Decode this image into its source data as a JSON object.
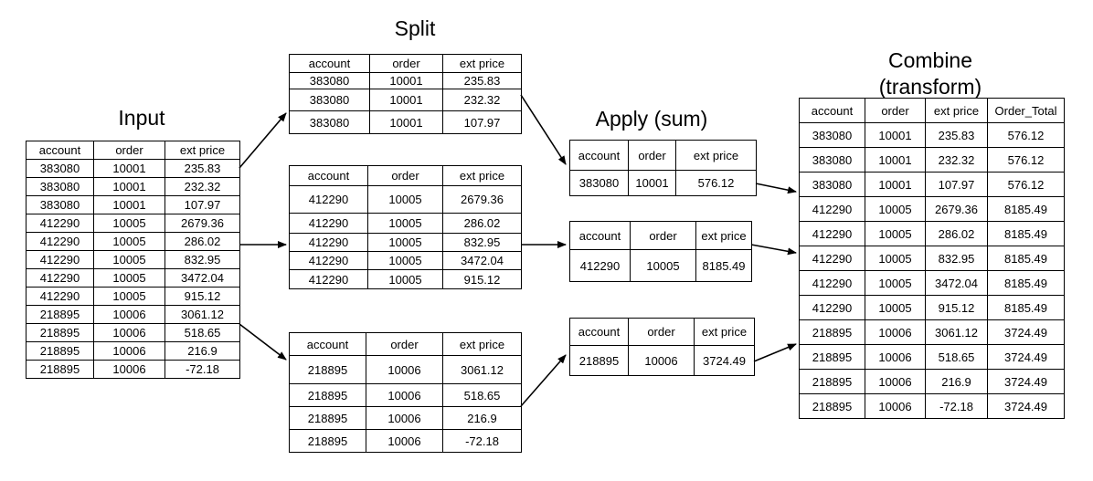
{
  "titles": {
    "input": "Input",
    "split": "Split",
    "apply": "Apply (sum)",
    "combine_line1": "Combine",
    "combine_line2": "(transform)"
  },
  "columns": {
    "account": "account",
    "order": "order",
    "ext_price": "ext price",
    "order_total": "Order_Total"
  },
  "input_rows": [
    [
      "383080",
      "10001",
      "235.83"
    ],
    [
      "383080",
      "10001",
      "232.32"
    ],
    [
      "383080",
      "10001",
      "107.97"
    ],
    [
      "412290",
      "10005",
      "2679.36"
    ],
    [
      "412290",
      "10005",
      "286.02"
    ],
    [
      "412290",
      "10005",
      "832.95"
    ],
    [
      "412290",
      "10005",
      "3472.04"
    ],
    [
      "412290",
      "10005",
      "915.12"
    ],
    [
      "218895",
      "10006",
      "3061.12"
    ],
    [
      "218895",
      "10006",
      "518.65"
    ],
    [
      "218895",
      "10006",
      "216.9"
    ],
    [
      "218895",
      "10006",
      "-72.18"
    ]
  ],
  "split_groups": [
    [
      [
        "383080",
        "10001",
        "235.83"
      ],
      [
        "383080",
        "10001",
        "232.32"
      ],
      [
        "383080",
        "10001",
        "107.97"
      ]
    ],
    [
      [
        "412290",
        "10005",
        "2679.36"
      ],
      [
        "412290",
        "10005",
        "286.02"
      ],
      [
        "412290",
        "10005",
        "832.95"
      ],
      [
        "412290",
        "10005",
        "3472.04"
      ],
      [
        "412290",
        "10005",
        "915.12"
      ]
    ],
    [
      [
        "218895",
        "10006",
        "3061.12"
      ],
      [
        "218895",
        "10006",
        "518.65"
      ],
      [
        "218895",
        "10006",
        "216.9"
      ],
      [
        "218895",
        "10006",
        "-72.18"
      ]
    ]
  ],
  "apply_rows": [
    [
      "383080",
      "10001",
      "576.12"
    ],
    [
      "412290",
      "10005",
      "8185.49"
    ],
    [
      "218895",
      "10006",
      "3724.49"
    ]
  ],
  "combine_rows": [
    [
      "383080",
      "10001",
      "235.83",
      "576.12"
    ],
    [
      "383080",
      "10001",
      "232.32",
      "576.12"
    ],
    [
      "383080",
      "10001",
      "107.97",
      "576.12"
    ],
    [
      "412290",
      "10005",
      "2679.36",
      "8185.49"
    ],
    [
      "412290",
      "10005",
      "286.02",
      "8185.49"
    ],
    [
      "412290",
      "10005",
      "832.95",
      "8185.49"
    ],
    [
      "412290",
      "10005",
      "3472.04",
      "8185.49"
    ],
    [
      "412290",
      "10005",
      "915.12",
      "8185.49"
    ],
    [
      "218895",
      "10006",
      "3061.12",
      "3724.49"
    ],
    [
      "218895",
      "10006",
      "518.65",
      "3724.49"
    ],
    [
      "218895",
      "10006",
      "216.9",
      "3724.49"
    ],
    [
      "218895",
      "10006",
      "-72.18",
      "3724.49"
    ]
  ]
}
